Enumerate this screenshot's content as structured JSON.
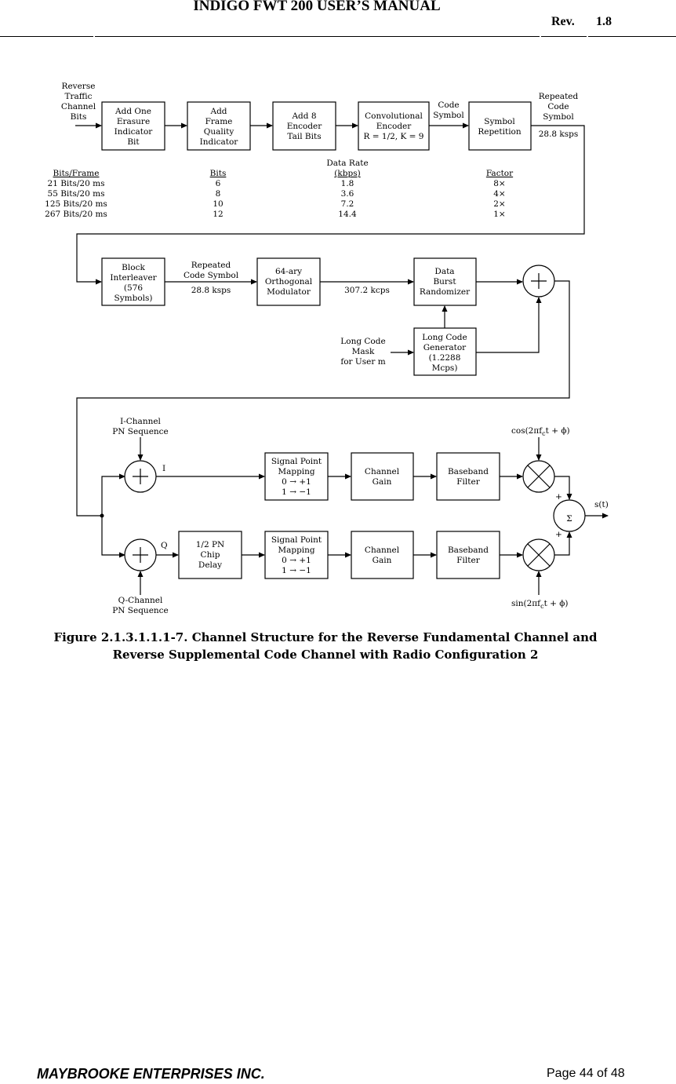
{
  "header": {
    "title": "INDIGO FWT 200 USER’S MANUAL",
    "rev_label": "Rev.",
    "rev_value": "1.8"
  },
  "diagram": {
    "input_label": [
      "Reverse",
      "Traffic",
      "Channel",
      "Bits"
    ],
    "blocks": {
      "add_erasure": [
        "Add One",
        "Erasure",
        "Indicator",
        "Bit"
      ],
      "add_frame_quality": [
        "Add",
        "Frame",
        "Quality",
        "Indicator"
      ],
      "add_tail": [
        "Add 8",
        "Encoder",
        "Tail Bits"
      ],
      "conv_encoder": [
        "Convolutional",
        "Encoder",
        "R = 1/2, K = 9"
      ],
      "symbol_repetition": [
        "Symbol",
        "Repetition"
      ],
      "block_interleaver": [
        "Block",
        "Interleaver",
        "(576",
        "Symbols)"
      ],
      "orthogonal_modulator": [
        "64-ary",
        "Orthogonal",
        "Modulator"
      ],
      "data_burst_randomizer": [
        "Data",
        "Burst",
        "Randomizer"
      ],
      "long_code_generator": [
        "Long Code",
        "Generator",
        "(1.2288",
        "Mcps)"
      ],
      "signal_point_mapping": [
        "Signal Point",
        "Mapping",
        "0 → +1",
        "1 → −1"
      ],
      "channel_gain": [
        "Channel",
        "Gain"
      ],
      "baseband_filter": [
        "Baseband",
        "Filter"
      ],
      "half_pn_delay": [
        "1/2 PN",
        "Chip",
        "Delay"
      ]
    },
    "labels": {
      "code_symbol": [
        "Code",
        "Symbol"
      ],
      "repeated_code_symbol_top": [
        "Repeated",
        "Code",
        "Symbol"
      ],
      "rate_28_8": "28.8 ksps",
      "repeated_code_symbol_mid": [
        "Repeated",
        "Code Symbol"
      ],
      "rate_307_2": "307.2 kcps",
      "long_code_mask": [
        "Long Code",
        "Mask",
        "for User m"
      ],
      "i_channel_pn": [
        "I-Channel",
        "PN Sequence"
      ],
      "q_channel_pn": [
        "Q-Channel",
        "PN Sequence"
      ],
      "i": "I",
      "q": "Q",
      "cos": "cos(2πf",
      "sin": "sin(2πf",
      "carrier_sub": "c",
      "carrier_tail": "t + ϕ)",
      "plus": "+",
      "sigma": "Σ",
      "output": "s(t)"
    },
    "rate_table": {
      "headers": {
        "bits_frame": "Bits/Frame",
        "bits": "Bits",
        "data_rate_top": "Data Rate",
        "data_rate_unit": "(kbps)",
        "factor": "Factor"
      },
      "rows": [
        {
          "bits_frame": "21 Bits/20 ms",
          "bits": "6",
          "rate": "1.8",
          "factor": "8×"
        },
        {
          "bits_frame": "55 Bits/20 ms",
          "bits": "8",
          "rate": "3.6",
          "factor": "4×"
        },
        {
          "bits_frame": "125 Bits/20 ms",
          "bits": "10",
          "rate": "7.2",
          "factor": "2×"
        },
        {
          "bits_frame": "267 Bits/20 ms",
          "bits": "12",
          "rate": "14.4",
          "factor": "1×"
        }
      ]
    }
  },
  "caption": {
    "line1": "Figure 2.1.3.1.1.1-7. Channel Structure for the Reverse Fundamental Channel and",
    "line2": "Reverse Supplemental Code Channel with Radio Configuration 2"
  },
  "footer": {
    "company": "MAYBROOKE ENTERPRISES INC.",
    "page": "Page 44 of 48"
  }
}
